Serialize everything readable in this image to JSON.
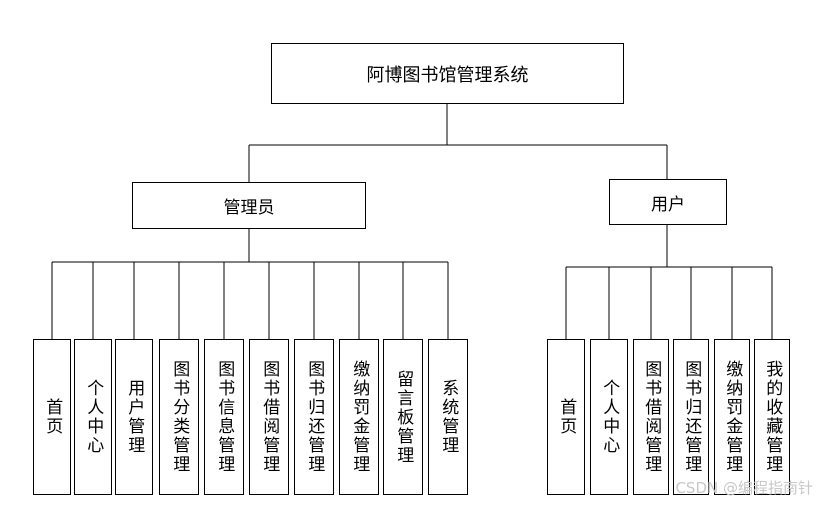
{
  "diagram": {
    "root": "阿博图书馆管理系统",
    "admin": {
      "label": "管理员",
      "children": [
        "首页",
        "个人中心",
        "用户管理",
        "图书分类管理",
        "图书信息管理",
        "图书借阅管理",
        "图书归还管理",
        "缴纳罚金管理",
        "留言板管理",
        "系统管理"
      ]
    },
    "user": {
      "label": "用户",
      "children": [
        "首页",
        "个人中心",
        "图书借阅管理",
        "图书归还管理",
        "缴纳罚金管理",
        "我的收藏管理"
      ]
    }
  },
  "watermark": "CSDN @编程指南针"
}
